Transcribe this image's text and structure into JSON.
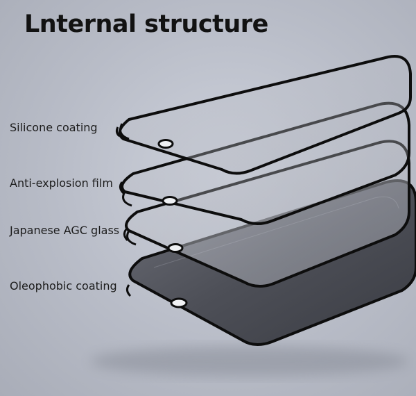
{
  "title": "Lnternal structure",
  "layers": [
    {
      "label": "Silicone coating"
    },
    {
      "label": "Anti-explosion film"
    },
    {
      "label": "Japanese AGC glass"
    },
    {
      "label": "Oleophobic coating"
    }
  ],
  "colors": {
    "background": "#bfc3cd",
    "frame": "#0e0e0e",
    "title": "#121212"
  }
}
